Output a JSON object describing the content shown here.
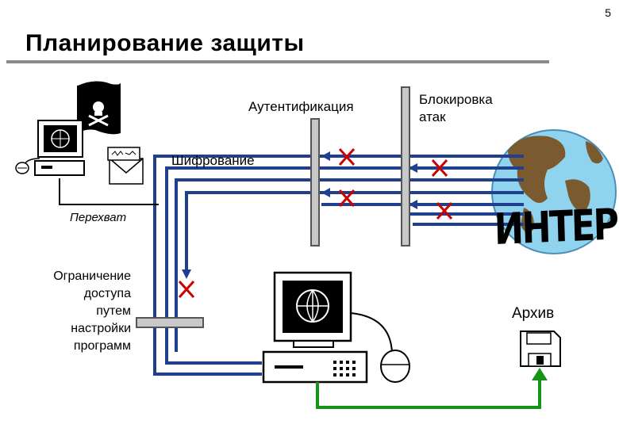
{
  "page_number": "5",
  "title": "Планирование защиты",
  "labels": {
    "authentication": "Аутентификация",
    "attack_blocking": "Блокировка\nатак",
    "encryption": "Шифрование",
    "interception": "Перехват",
    "access_restriction": "Ограничение\nдоступа\nпутем\nнастройки\nпрограмм",
    "archive": "Архив",
    "internet": "ИНТЕРНЕТ"
  },
  "icons": [
    "pirate-flag-icon",
    "computer-icon",
    "envelope-icon",
    "globe-icon",
    "floppy-disk-icon",
    "block-x-icon"
  ],
  "colors": {
    "network_line": "#1f3f8f",
    "archive_line": "#169416",
    "block_mark": "#cc0000",
    "filter_bar": "#c8c8c8"
  }
}
